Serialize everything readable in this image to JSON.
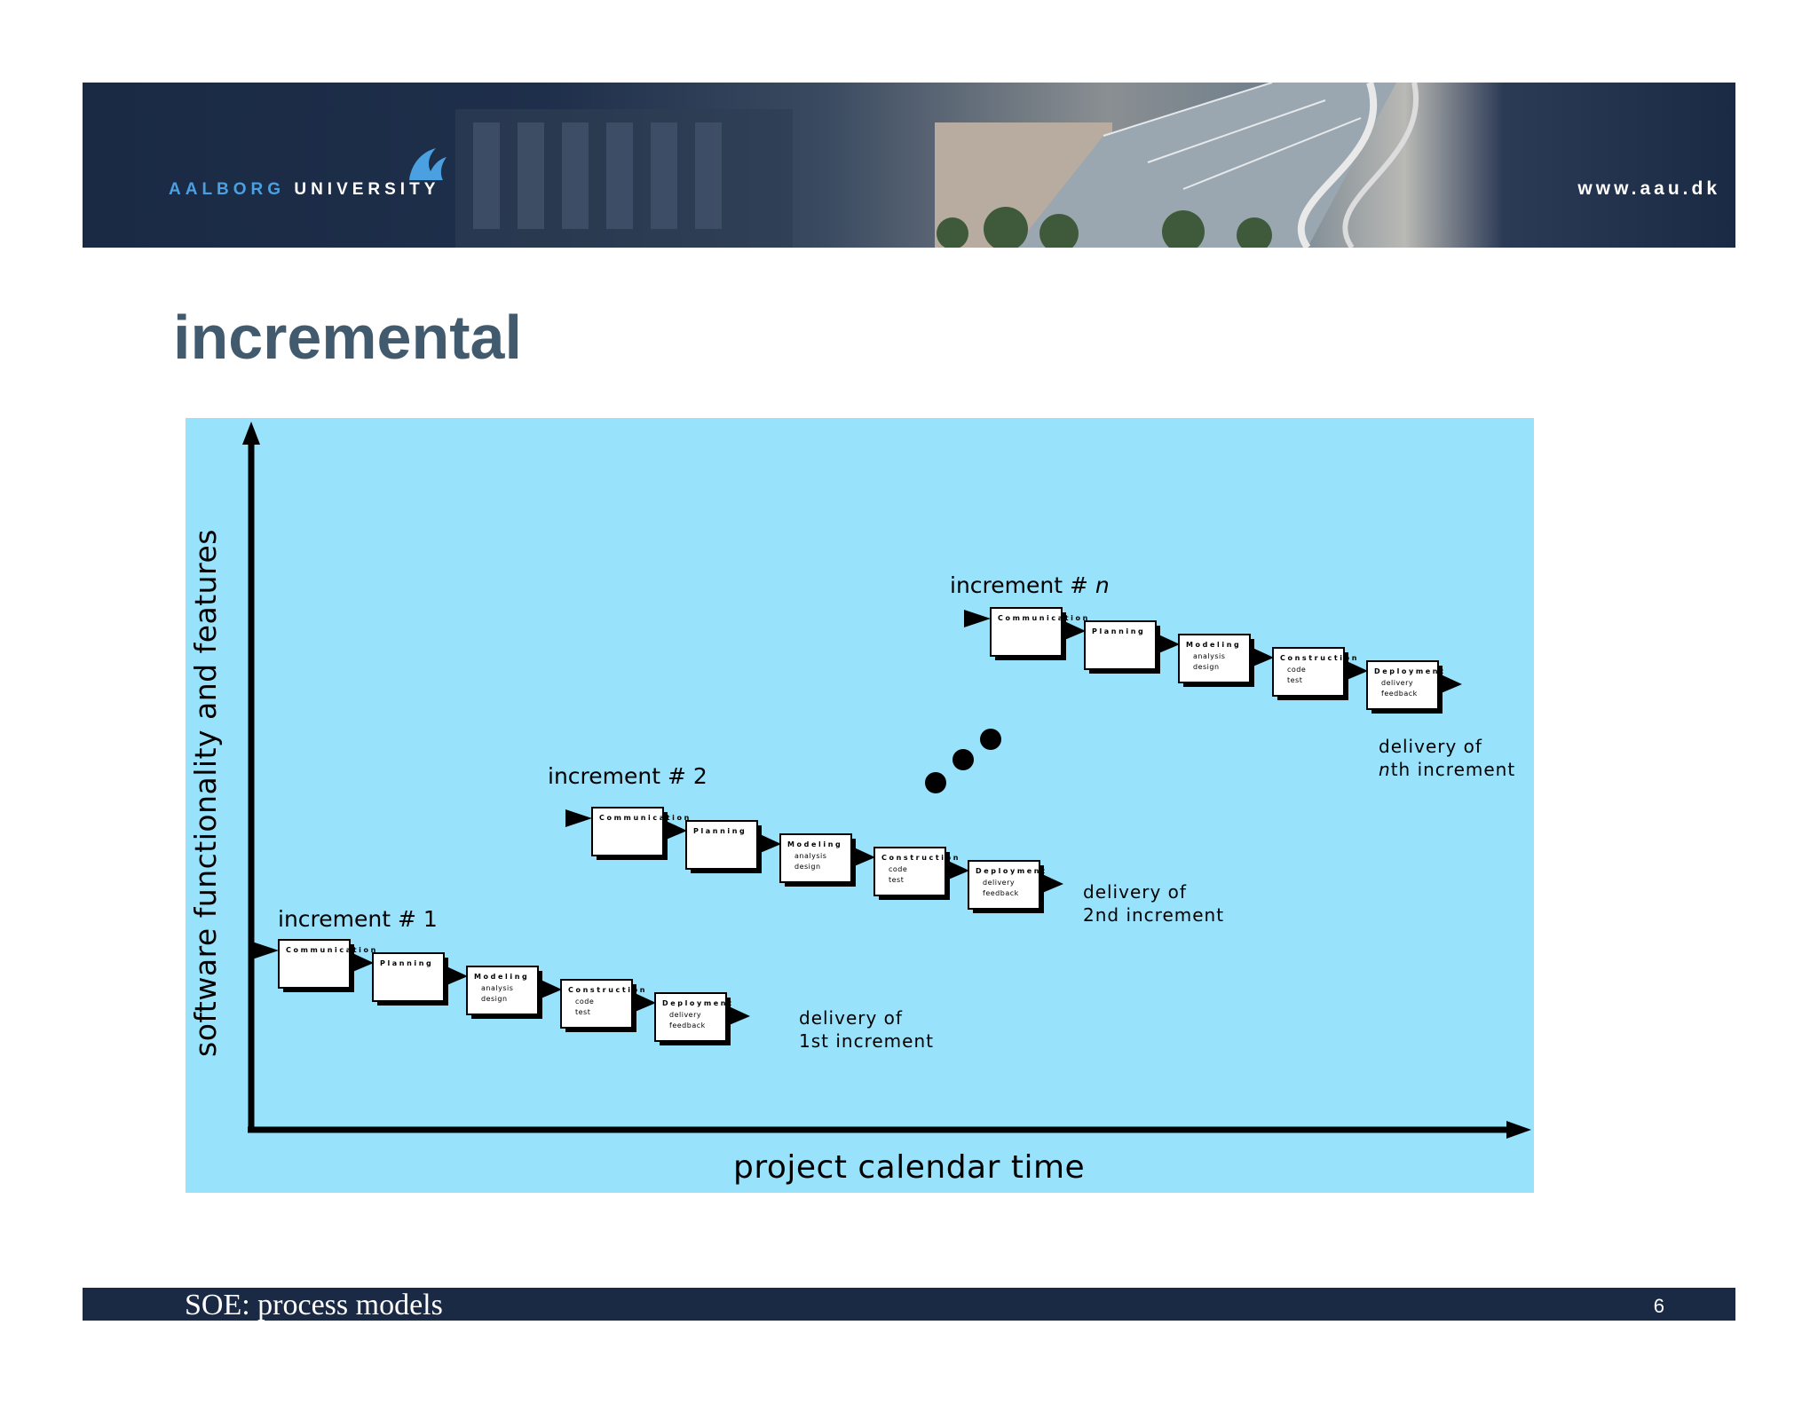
{
  "header": {
    "logo_text_part1": "AALBORG",
    "logo_text_part2": "UNIVERSITY",
    "website": "www.aau.dk"
  },
  "slide": {
    "title": "incremental"
  },
  "diagram": {
    "y_axis_label": "software functionality and features",
    "x_axis_label": "project calendar time",
    "increments": [
      {
        "label_prefix": "increment # ",
        "label_num": "1",
        "label_italic": false,
        "delivery_line1": "delivery of",
        "delivery_line2": "1st  increment",
        "stages": [
          {
            "name": "Communication",
            "sub": []
          },
          {
            "name": "Planning",
            "sub": []
          },
          {
            "name": "Modeling",
            "sub": [
              "analysis",
              "design"
            ]
          },
          {
            "name": "Construction",
            "sub": [
              "code",
              "test"
            ]
          },
          {
            "name": "Deployment",
            "sub": [
              "delivery",
              "feedback"
            ]
          }
        ]
      },
      {
        "label_prefix": "increment # ",
        "label_num": "2",
        "label_italic": false,
        "delivery_line1": "delivery of",
        "delivery_line2": "2nd increment",
        "stages": [
          {
            "name": "Communication",
            "sub": []
          },
          {
            "name": "Planning",
            "sub": []
          },
          {
            "name": "Modeling",
            "sub": [
              "analysis",
              "design"
            ]
          },
          {
            "name": "Construction",
            "sub": [
              "code",
              "test"
            ]
          },
          {
            "name": "Deployment",
            "sub": [
              "delivery",
              "feedback"
            ]
          }
        ]
      },
      {
        "label_prefix": "increment # ",
        "label_num": "n",
        "label_italic": true,
        "delivery_line1": "delivery of",
        "delivery_line2_italic": "n",
        "delivery_line2": "th increment",
        "stages": [
          {
            "name": "Communication",
            "sub": []
          },
          {
            "name": "Planning",
            "sub": []
          },
          {
            "name": "Modeling",
            "sub": [
              "analysis",
              "design"
            ]
          },
          {
            "name": "Construction",
            "sub": [
              "code",
              "test"
            ]
          },
          {
            "name": "Deployment",
            "sub": [
              "delivery",
              "feedback"
            ]
          }
        ]
      }
    ]
  },
  "footer": {
    "text": "SOE: process models",
    "page_number": "6"
  }
}
